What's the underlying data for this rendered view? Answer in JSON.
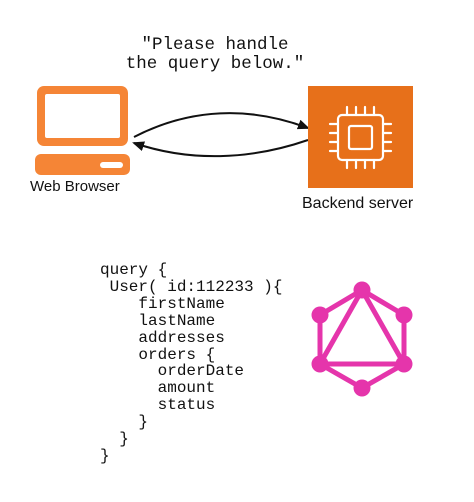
{
  "caption": "\"Please handle\nthe query below.\"",
  "nodes": {
    "browser_label": "Web Browser",
    "server_label": "Backend server"
  },
  "query_code": "query {\n User( id:112233 ){\n    firstName\n    lastName\n    addresses\n    orders {\n      orderDate\n      amount\n      status\n    }\n  }\n}",
  "colors": {
    "browser_orange": "#F58536",
    "server_orange": "#E7701A",
    "graphql_pink": "#E535AB",
    "ink": "#111111"
  },
  "icons": {
    "browser": "computer-monitor-icon",
    "server": "cpu-chip-icon",
    "logo": "graphql-logo"
  }
}
